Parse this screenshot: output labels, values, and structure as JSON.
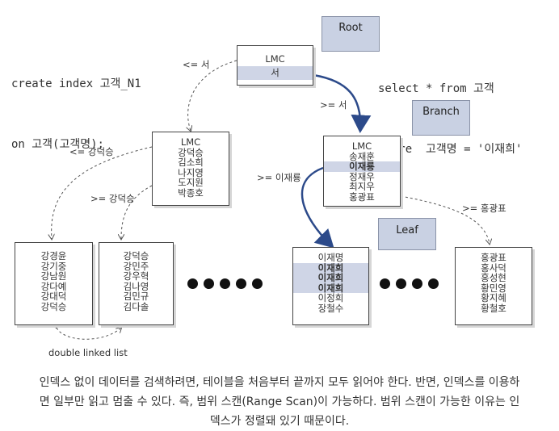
{
  "code_left": {
    "line1": "create index 고객_N1",
    "line2": "on 고객(고객명);"
  },
  "code_right": {
    "line1": "select * from 고객",
    "line2": "where  고객명 = '이재희'"
  },
  "callouts": {
    "root": "Root",
    "branch": "Branch",
    "leaf": "Leaf"
  },
  "root_node": {
    "rows": [
      "LMC",
      "서"
    ]
  },
  "branch_left": {
    "rows": [
      "LMC",
      "강덕승",
      "김소희",
      "나지영",
      "도지원",
      "박종호"
    ]
  },
  "branch_right": {
    "rows": [
      "LMC",
      "송재훈",
      "이재룡",
      "정재우",
      "최지우",
      "홍광표"
    ]
  },
  "leaf1": {
    "rows": [
      "강경윤",
      "강기중",
      "강남원",
      "강다예",
      "강대덕",
      "강덕승"
    ]
  },
  "leaf2": {
    "rows": [
      "강덕승",
      "강민주",
      "강우혁",
      "김나영",
      "김민규",
      "김다솔"
    ]
  },
  "leaf3": {
    "rows": [
      "이재명",
      "이재희",
      "이재희",
      "이재희",
      "이정희",
      "장철수"
    ]
  },
  "leaf4": {
    "rows": [
      "홍광표",
      "홍사덕",
      "홍성현",
      "황민영",
      "황지혜",
      "황철호"
    ]
  },
  "edge_labels": {
    "root_left": "<= 서",
    "root_right": ">= 서",
    "bl_left": "<= 강덕승",
    "bl_right": ">= 강덕승",
    "br_left": ">= 이재룡",
    "br_right": ">= 홍광표",
    "double_linked": "double linked list"
  },
  "caption": {
    "line1": "인덱스 없이 데이터를 검색하려면, 테이블을 처음부터 끝까지 모두 읽어야 한다. 반면, 인덱스를 이용하",
    "line2": "면 일부만 읽고 멈출 수 있다. 즉, 범위 스캔(Range Scan)이 가능하다. 범위 스캔이 가능한 이유는 인",
    "line3": "덱스가 정렬돼 있기 때문이다."
  },
  "colors": {
    "highlight": "#cfd5e6",
    "callout": "#c9d1e3",
    "arrow": "#2c4a8a"
  }
}
